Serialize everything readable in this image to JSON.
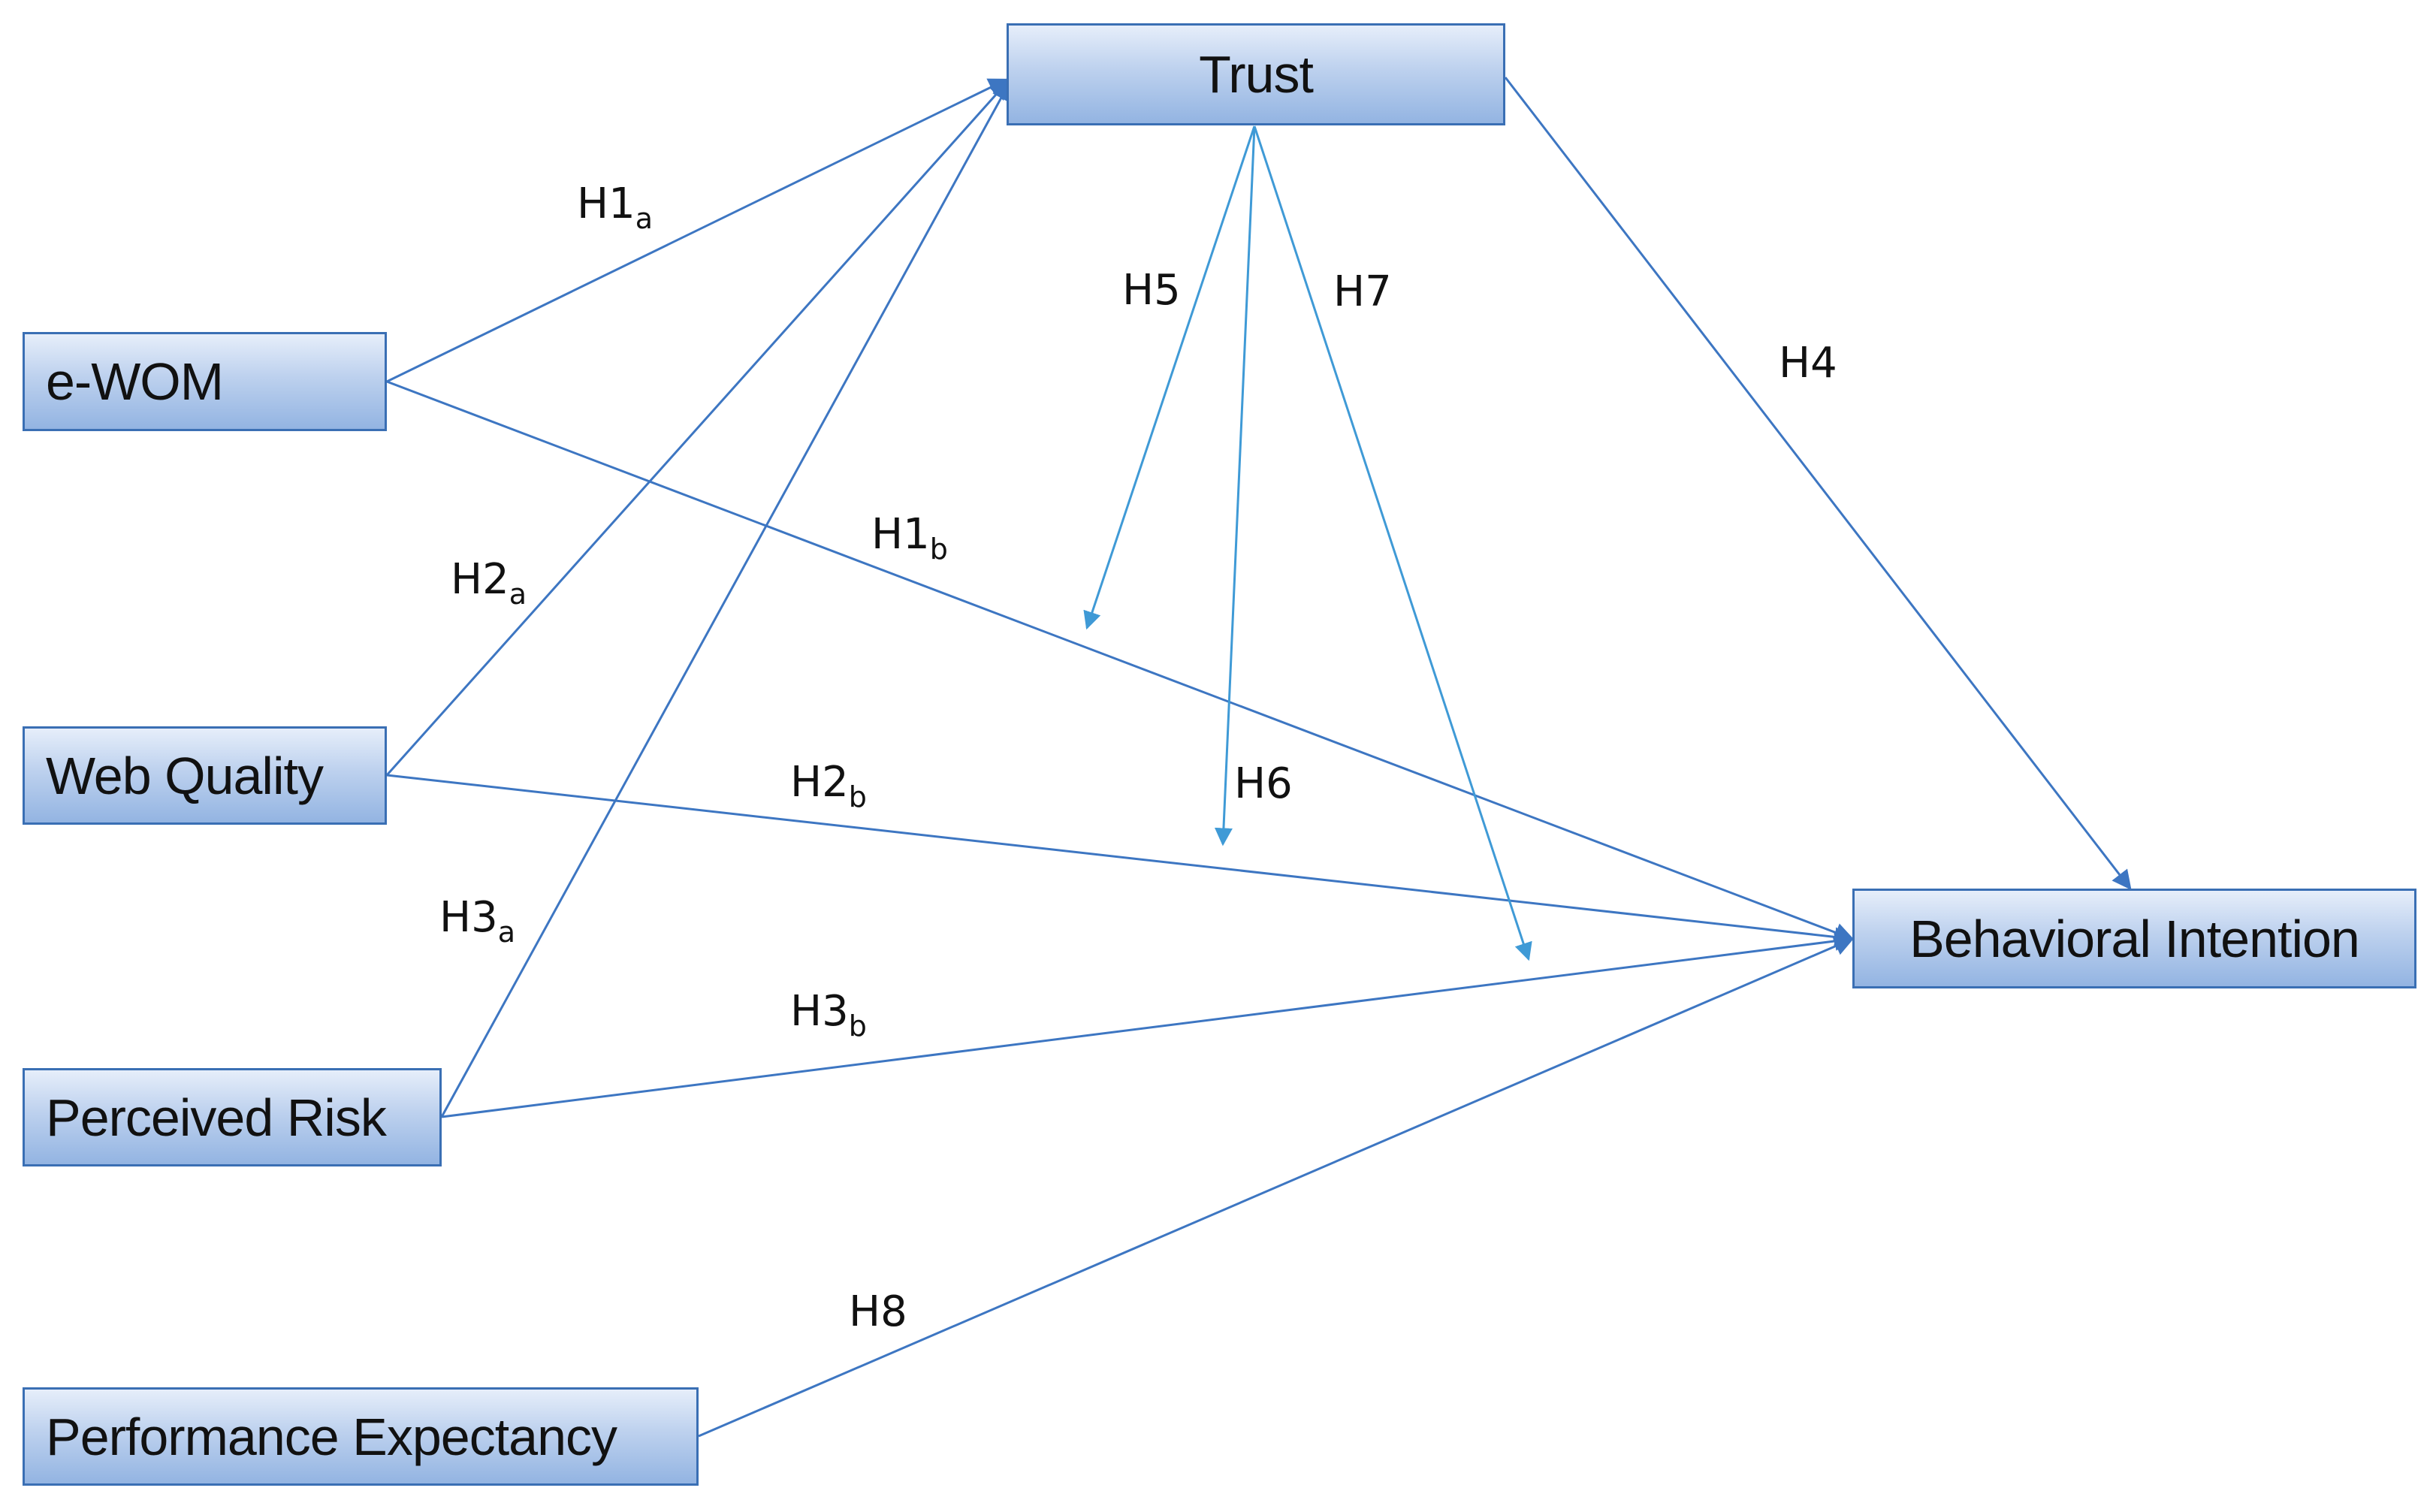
{
  "nodes": {
    "trust": "Trust",
    "ewom": "e-WOM",
    "web_quality": "Web Quality",
    "perceived_risk": "Perceived Risk",
    "performance_expectancy": "Performance Expectancy",
    "behavioral_intention": "Behavioral Intention"
  },
  "hypotheses": {
    "h1a": {
      "main": "H1",
      "sub": "a"
    },
    "h1b": {
      "main": "H1",
      "sub": "b"
    },
    "h2a": {
      "main": "H2",
      "sub": "a"
    },
    "h2b": {
      "main": "H2",
      "sub": "b"
    },
    "h3a": {
      "main": "H3",
      "sub": "a"
    },
    "h3b": {
      "main": "H3",
      "sub": "b"
    },
    "h4": {
      "main": "H4",
      "sub": ""
    },
    "h5": {
      "main": "H5",
      "sub": ""
    },
    "h6": {
      "main": "H6",
      "sub": ""
    },
    "h7": {
      "main": "H7",
      "sub": ""
    },
    "h8": {
      "main": "H8",
      "sub": ""
    }
  },
  "colors": {
    "box_border": "#3a6fb4",
    "arrow_main": "#3d76c2",
    "arrow_moderation": "#3f9ad6"
  }
}
